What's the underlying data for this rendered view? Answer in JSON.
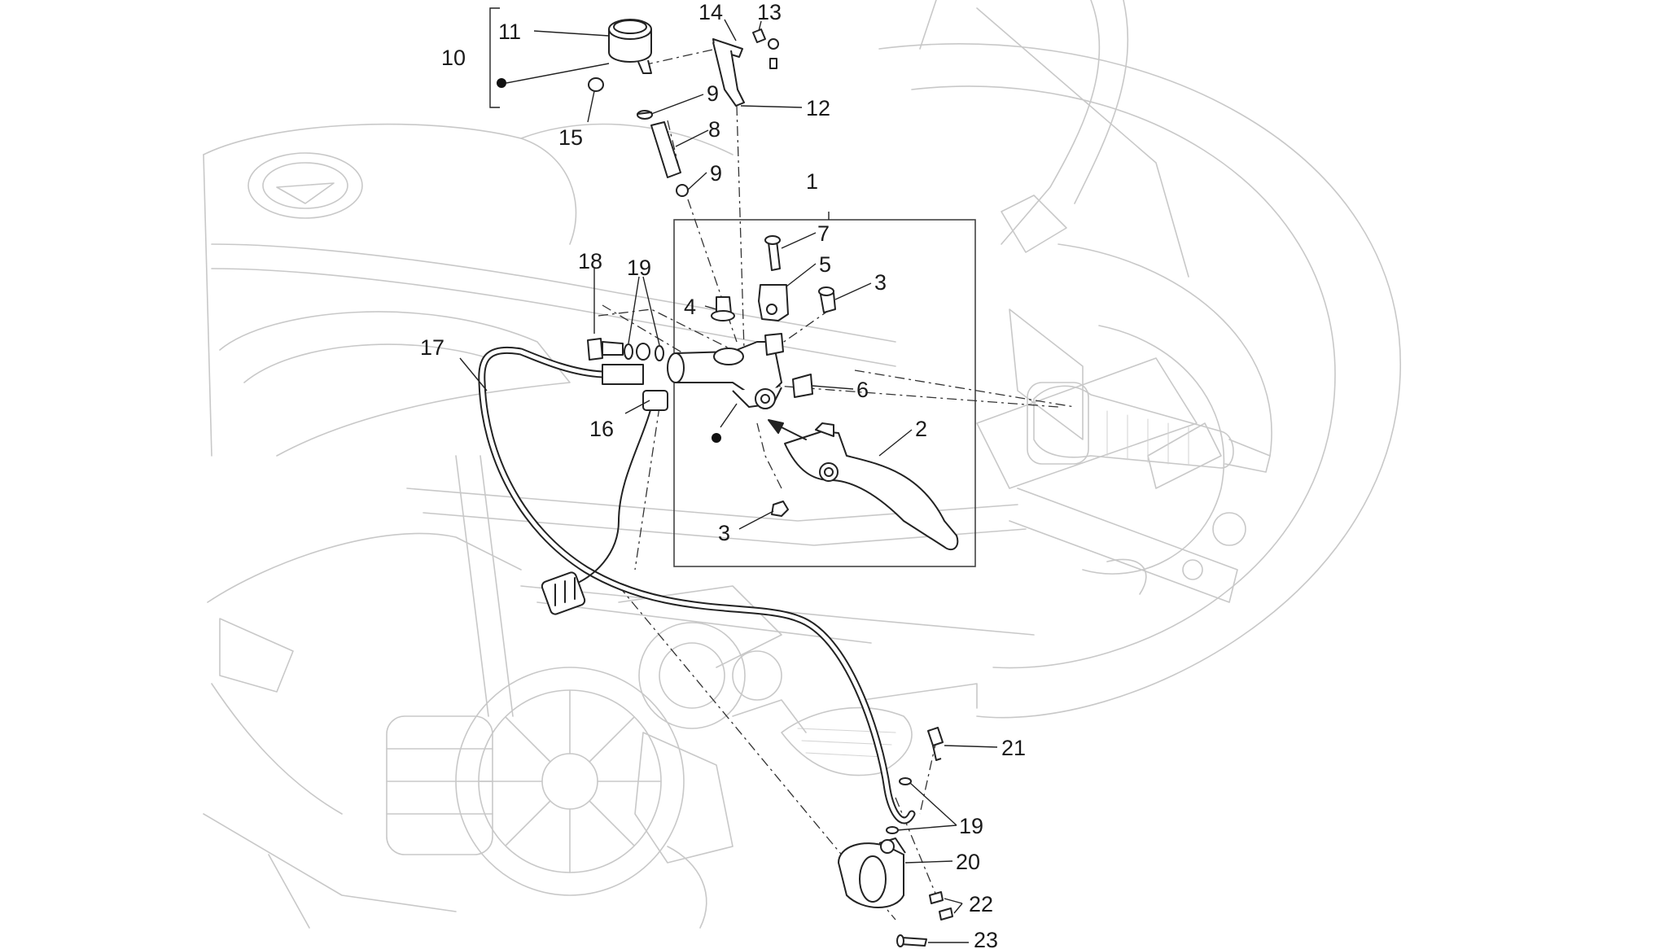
{
  "diagram": {
    "callouts": [
      {
        "id": "c1",
        "text": "1"
      },
      {
        "id": "c2",
        "text": "2"
      },
      {
        "id": "c3a",
        "text": "3"
      },
      {
        "id": "c3b",
        "text": "3"
      },
      {
        "id": "c4",
        "text": "4"
      },
      {
        "id": "c5",
        "text": "5"
      },
      {
        "id": "c6",
        "text": "6"
      },
      {
        "id": "c7",
        "text": "7"
      },
      {
        "id": "c8",
        "text": "8"
      },
      {
        "id": "c9a",
        "text": "9"
      },
      {
        "id": "c9b",
        "text": "9"
      },
      {
        "id": "c10",
        "text": "10"
      },
      {
        "id": "c11",
        "text": "11"
      },
      {
        "id": "c12",
        "text": "12"
      },
      {
        "id": "c13",
        "text": "13"
      },
      {
        "id": "c14",
        "text": "14"
      },
      {
        "id": "c15",
        "text": "15"
      },
      {
        "id": "c16",
        "text": "16"
      },
      {
        "id": "c17",
        "text": "17"
      },
      {
        "id": "c18",
        "text": "18"
      },
      {
        "id": "c19a",
        "text": "19"
      },
      {
        "id": "c19b",
        "text": "19"
      },
      {
        "id": "c20",
        "text": "20"
      },
      {
        "id": "c21",
        "text": "21"
      },
      {
        "id": "c22",
        "text": "22"
      },
      {
        "id": "c23",
        "text": "23"
      }
    ],
    "colors": {
      "background": "#ffffff",
      "part_stroke": "#222222",
      "background_stroke": "#c8c8c8"
    }
  }
}
